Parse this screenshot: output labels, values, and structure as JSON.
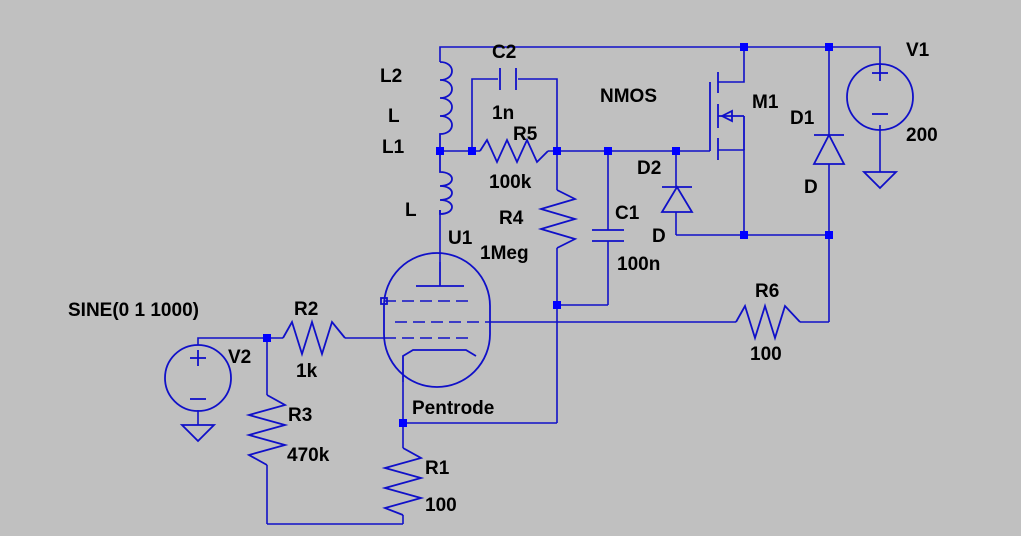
{
  "schematic": {
    "background": "#c0c0c0",
    "wire_color": "#1010c8",
    "junction_color": "#0000ff",
    "text_color": "#000000",
    "components": {
      "L2": {
        "name": "L2",
        "value": "L"
      },
      "L1": {
        "name": "L1",
        "value": "L"
      },
      "C2": {
        "name": "C2",
        "value": "1n"
      },
      "R5": {
        "name": "R5",
        "value": "100k"
      },
      "R4": {
        "name": "R4",
        "value": "1Meg"
      },
      "C1": {
        "name": "C1",
        "value": "100n"
      },
      "M1": {
        "name": "M1",
        "value": "NMOS"
      },
      "D2": {
        "name": "D2",
        "value": "D"
      },
      "D1": {
        "name": "D1",
        "value": "D"
      },
      "V1": {
        "name": "V1",
        "value": "200"
      },
      "U1": {
        "name": "U1",
        "value": "Pentrode"
      },
      "R6": {
        "name": "R6",
        "value": "100"
      },
      "V2": {
        "name": "V2",
        "value": "SINE(0 1 1000)"
      },
      "R2": {
        "name": "R2",
        "value": "1k"
      },
      "R3": {
        "name": "R3",
        "value": "470k"
      },
      "R1": {
        "name": "R1",
        "value": "100"
      }
    }
  }
}
